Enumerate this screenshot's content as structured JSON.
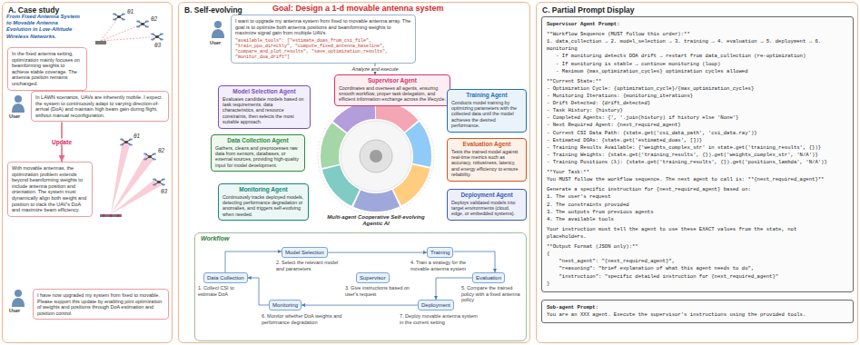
{
  "diagram": {
    "nodes": [
      {
        "text": [
          "A. Case study"
        ]
      },
      {
        "text": [
          "In the fixed antenna setting, optimization mainly focuses on beamforming weights to achieve stable coverage. The antenna position remains unchanged."
        ],
        "in": 0
      },
      {
        "text": [
          "In LAWN scenarios, UAVs are inherently mobile. I expect the system to continuously adapt to varying direction-of-arrival (DoA) and maintain high beam gain during flight, without manual reconfiguration."
        ],
        "in": 0
      },
      {
        "text": [
          "With movable antennas, the optimization problem extends beyond beamforming weights to include antenna position and orientation. The system must dynamically align both weight and position to track the UAV's DoA and maximize beam efficiency."
        ],
        "in": 0
      },
      {
        "text": [
          "I have now upgraded my system from fixed to movable. Please support this update by enabling joint optimization of weights and positions through DoA estimation and position control."
        ],
        "in": 0
      },
      {
        "text": [
          "B. Self-evolving"
        ]
      },
      {
        "text": [
          "I want to upgrade my antenna system from fixed to movable antenna array. The goal is to optimize both antenna positions and beamforming weights to maximize signal gain from multiple UAVs.",
          "\"available_tools\": [\"estimate_doas_from_csi_file\", \"train_ppo_directly\", \"compute_fixed_antenna_baseline\", \"compare_and_plot_results\", \"save_optimization_results\", \"monitor_doa_drift\"]"
        ],
        "in": 5
      },
      {
        "text": [
          "Supervisor Agent",
          "Coordinates and oversees all agents, ensuring smooth workflow, proper task delegation, and efficient information exchange across the lifecycle."
        ],
        "in": 5
      },
      {
        "text": [
          "Model Selection Agent",
          "Evaluates candidate models based on task requirements, data characteristics, and resource constraints, then selects the most suitable approach."
        ],
        "in": 5
      },
      {
        "text": [
          "Training Agent",
          "Conducts model training by optimizing parameters with the collected data until the model achieves the desired performance."
        ],
        "in": 5
      },
      {
        "text": [
          "Data Collection Agent",
          "Gathers, cleans and preprocesses raw data from sensors, databases, or external sources, providing high-quality input for model development."
        ],
        "in": 5
      },
      {
        "text": [
          "Evaluation Agent",
          "Tests the trained model against real-time metrics such as accuracy, robustness, latency, and energy efficiency to ensure reliability."
        ],
        "in": 5
      },
      {
        "text": [
          "Monitoring Agent",
          "Continuously tracks deployed models, detecting performance degradation or anomalies, and triggers self-evolving when needed."
        ],
        "in": 5
      },
      {
        "text": [
          "Deployment Agent",
          "Deploys validated models into target environments (cloud, edge, or embedded systems)."
        ],
        "in": 5
      },
      {
        "text": [
          "Workflow"
        ],
        "in": 5
      },
      {
        "text": [
          "Data Collection"
        ],
        "in": 14
      },
      {
        "text": [
          "Model Selection"
        ],
        "in": 14
      },
      {
        "text": [
          "Supervisor"
        ],
        "in": 14
      },
      {
        "text": [
          "Training"
        ],
        "in": 14
      },
      {
        "text": [
          "Evaluation"
        ],
        "in": 14
      },
      {
        "text": [
          "Deployment"
        ],
        "in": 14
      },
      {
        "text": [
          "Monitoring"
        ],
        "in": 14
      },
      {
        "text": [
          "C. Partial Prompt Display"
        ]
      },
      {
        "text": [
          "Supervisor Agent Prompt:",
          "**Workflow Sequence (MUST follow this order):**",
          "1. data_collection → 2. model_selection → 3. training → 4. evaluation → 5. deployment → 6.",
          "monitoring",
          "   - If monitoring detects DOA drift → restart from data_collection (re-optimization)",
          "   - If monitoring is stable → continue monitoring (loop)",
          "   - Maximum {max_optimization_cycles} optimization cycles allowed",
          "**Current State:**",
          "- Optimization Cycle: {optimization_cycle}/{max_optimization_cycles}",
          "- Monitoring Iterations: {monitoring_iterations}",
          "- Drift Detected: {drift_detected}",
          "- Task History: {history}",
          "- Completed Agents: {', '.join(history) if history else 'None'}",
          "- Next Required Agent: {next_required_agent}",
          "- Current CSI Data Path: {state.get('csi_data_path', 'csi_data.ray')}",
          "- Estimated DOAs: {state.get('estimated_doas', [])}",
          "- Training Results Available: {'weights_complex_str' in state.get('training_results', {})}",
          "- Training Weights: {state.get('training_results', {}).get('weights_complex_str', 'N/A')}",
          "- Training Positions (λ): {state.get('training_results', {}).get('positions_lambda', 'N/A')}",
          "**Your Task:**",
          "You MUST follow the workflow sequence. The next agent to call is: **{next_required_agent}**",
          "Generate a specific instruction for {next_required_agent} based on:",
          "1. The user's request",
          "2. The constraints provided",
          "3. The outputs from previous agents",
          "4. The available tools",
          "Your instruction must tell the agent to use these EXACT values from the state, not",
          "placeholders.",
          "**Output Format (JSON only):**",
          "{",
          "    \"next_agent\": \"{next_required_agent}\",",
          "    \"reasoning\": \"brief explanation of what this agent needs to do\",",
          "    \"instruction\": \"specific detailed instruction for {next_required_agent}\"",
          "}"
        ],
        "in": 22
      },
      {
        "text": [
          "Sub-agent Prompt:",
          "You are an XXX agent. Execute the supervisor's instructions using the provided tools."
        ],
        "in": 22
      }
    ],
    "edges": [
      {
        "from": 2,
        "to": 3,
        "label": "Update",
        "arrow": "to"
      },
      {
        "from": 6,
        "to": 7,
        "label": "Analyze and execute",
        "arrow": "to"
      },
      {
        "from": 15,
        "to": 16,
        "arrow": "to"
      },
      {
        "from": 16,
        "to": 18,
        "arrow": "to"
      },
      {
        "from": 18,
        "to": 19,
        "arrow": "to"
      },
      {
        "from": 19,
        "to": 20,
        "arrow": "to"
      },
      {
        "from": 20,
        "to": 21,
        "arrow": "to"
      },
      {
        "from": 21,
        "to": 15,
        "arrow": "to"
      }
    ],
    "labels": [
      "From Fixed Antenna System to Movable Antenna Evolution in Low-Altitude Wireless Networks.",
      "θ1",
      "θ2",
      "θ3",
      "User",
      "θ1",
      "θ2",
      "θ3",
      "User",
      "Goal: Design a 1-d movable antenna system",
      "User",
      "Multi-agent Cooperative Self-evolving Agentic AI",
      "1. Collect CSI to estimate DoA",
      "2. Select the relevant model and parameters",
      "3. Give instructions based on user's request",
      "4. Train a strategy for the movable antenna system",
      "5. Compare the trained policy with a fixed antenna policy",
      "6. Monitor whether DoA weights and performance degradation",
      "7. Deploy movable antenna system in the current setting"
    ]
  }
}
